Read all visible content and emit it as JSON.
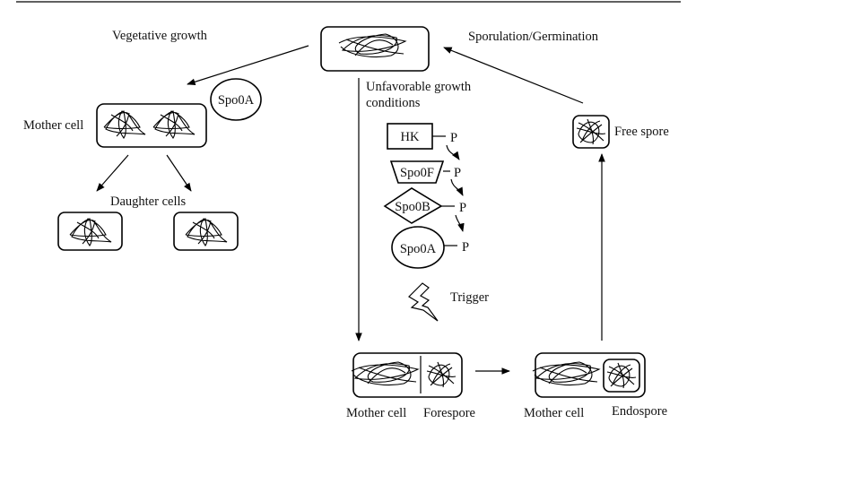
{
  "diagram": {
    "title": "Bacterial life cycle: vegetative growth and sporulation",
    "labels": {
      "vegetative_growth": "Vegetative growth",
      "sporulation_germination": "Sporulation/Germination",
      "unfavorable_line1": "Unfavorable growth",
      "unfavorable_line2": "conditions",
      "mother_cell_left": "Mother cell",
      "daughter_cells": "Daughter cells",
      "free_spore": "Free spore",
      "trigger": "Trigger",
      "mother_cell_forespore_stage": "Mother cell",
      "forespore": "Forespore",
      "mother_cell_endospore_stage": "Mother cell",
      "endospore": "Endospore"
    },
    "phosphorelay": [
      {
        "protein": "HK",
        "shape": "rectangle",
        "phospho": "P"
      },
      {
        "protein": "Spo0F",
        "shape": "trapezoid",
        "phospho": "P"
      },
      {
        "protein": "Spo0B",
        "shape": "diamond",
        "phospho": "P"
      },
      {
        "protein": "Spo0A",
        "shape": "ellipse",
        "phospho": "P"
      }
    ],
    "regulator_bubble": "Spo0A",
    "icons": {
      "trigger": "lightning-bolt-icon"
    }
  }
}
